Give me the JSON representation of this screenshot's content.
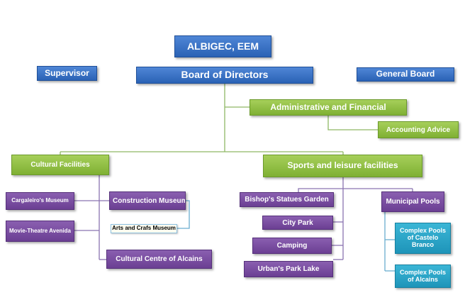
{
  "nodes": {
    "albigec": "ALBIGEC, EEM",
    "supervisor": "Supervisor",
    "board": "Board of Directors",
    "general_board": "General Board",
    "admin": "Administrative and Financial",
    "accounting": "Accounting Advice",
    "cultural": "Cultural Facilities",
    "sports": "Sports and leisure facilities",
    "cargaleiro": "Cargaleiro's Museum",
    "construction": "Construction Museum",
    "arts": "Arts and Crafs Museum",
    "movie": "Movie-Theatre Avenida",
    "cc_alcains": "Cultural Centre of Alcains",
    "bishop": "Bishop's Statues Garden",
    "city_park": "City Park",
    "camping": "Camping",
    "urban_park": "Urban's Park Lake",
    "municipal_pools": "Municipal Pools",
    "pools_cb": "Complex Pools of Castelo Branco",
    "pools_alcains": "Complex Pools of Alcains"
  },
  "colors": {
    "blue": "#2a62b5",
    "green": "#7fb033",
    "purple": "#6b3f93",
    "cyan": "#1e94b9"
  }
}
